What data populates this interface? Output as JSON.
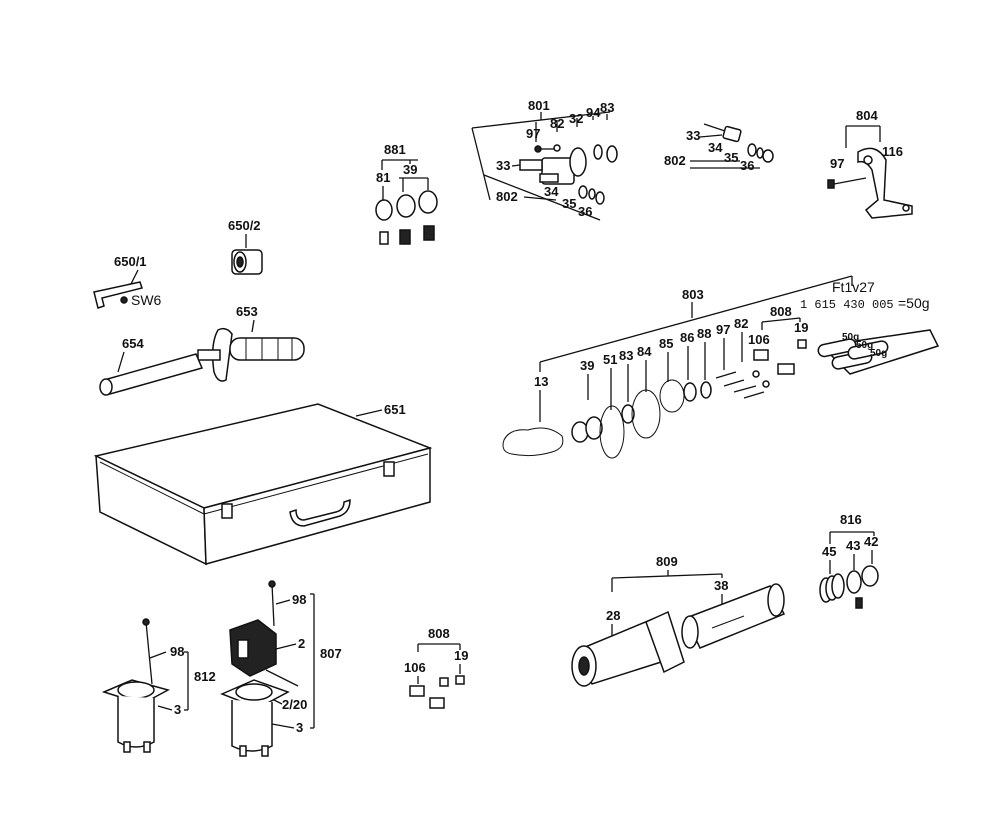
{
  "labels": {
    "l801": "801",
    "l97a": "97",
    "l82a": "82",
    "l32": "32",
    "l94": "94",
    "l83a": "83",
    "l33a": "33",
    "l802a": "802",
    "l34a": "34",
    "l35a": "35",
    "l36a": "36",
    "l33b": "33",
    "l34b": "34",
    "l802b": "802",
    "l35b": "35",
    "l36b": "36",
    "l804": "804",
    "l97b": "97",
    "l116": "116",
    "l881": "881",
    "l81": "81",
    "l39a": "39",
    "l650_2": "650/2",
    "l650_1": "650/1",
    "sw6": "SW6",
    "l653": "653",
    "l654": "654",
    "l803": "803",
    "ft": "Ft1v27",
    "partno": "1 615 430 005",
    "partqty": "=50g",
    "l808a": "808",
    "l106a": "106",
    "l19a": "19",
    "l13": "13",
    "l39b": "39",
    "l51": "51",
    "l83b": "83",
    "l84": "84",
    "l85": "85",
    "l86": "86",
    "l88": "88",
    "l97c": "97",
    "l82b": "82",
    "g50a": "50g",
    "g50b": "50g",
    "g50c": "50g",
    "l651": "651",
    "l816": "816",
    "l45": "45",
    "l43": "43",
    "l42": "42",
    "l809": "809",
    "l28": "28",
    "l38": "38",
    "l808b": "808",
    "l106b": "106",
    "l19b": "19",
    "l98a": "98",
    "l812": "812",
    "l3a": "3",
    "l98b": "98",
    "l2": "2",
    "l807": "807",
    "l2_20": "2/20",
    "l3b": "3"
  }
}
